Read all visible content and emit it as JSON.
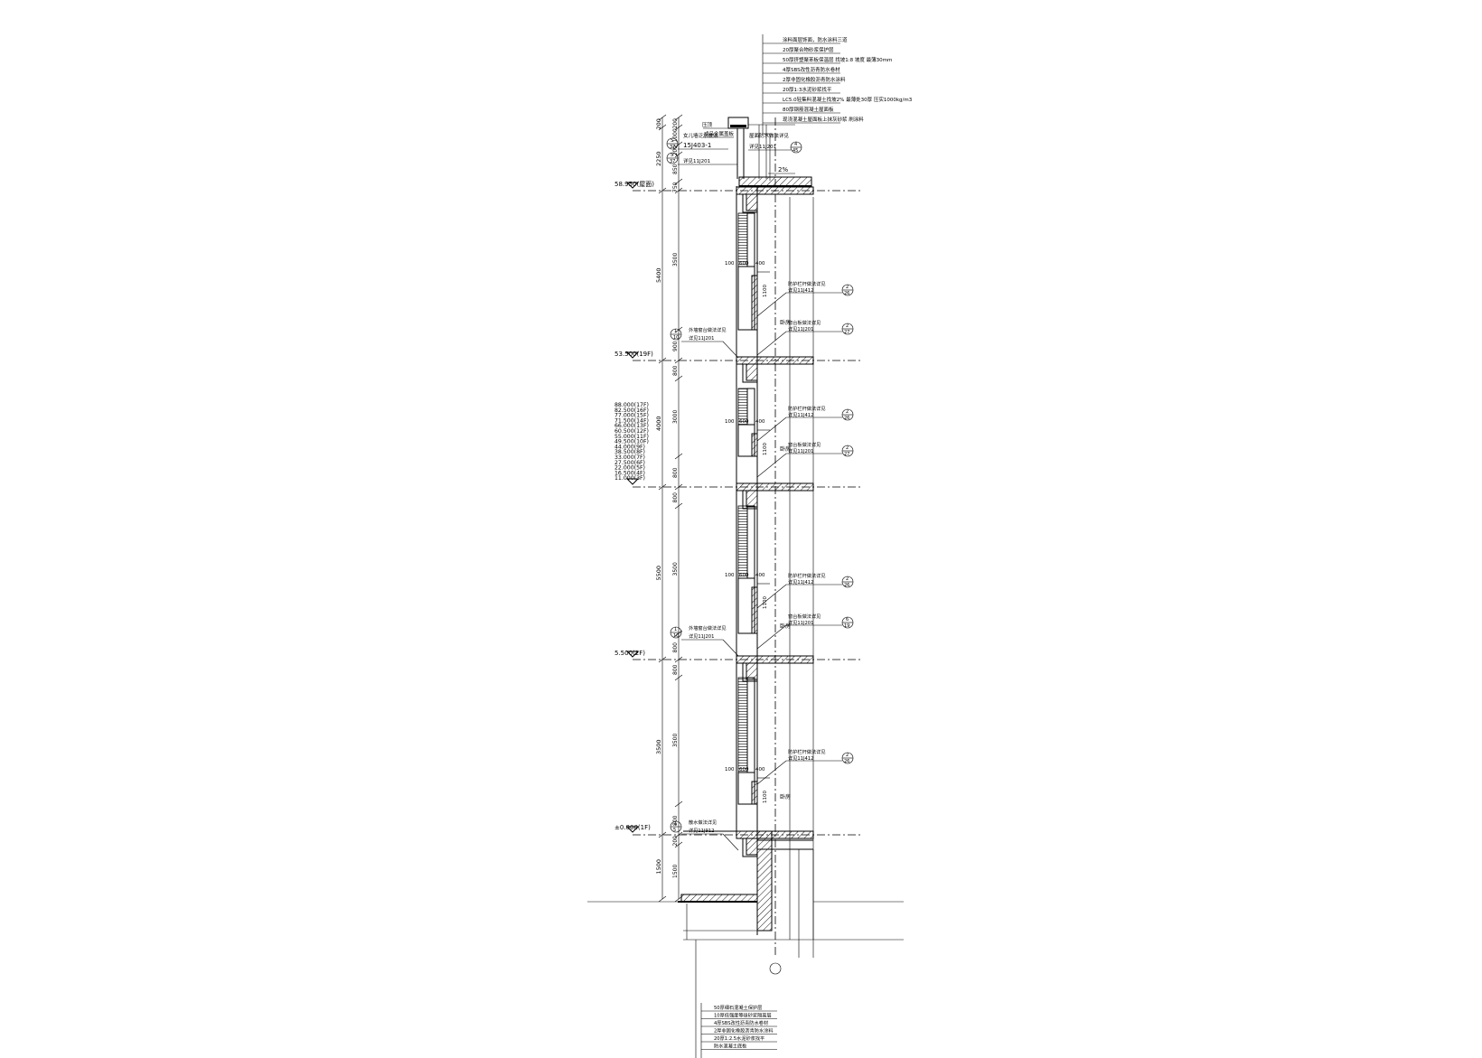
{
  "drawing": {
    "top_notes": [
      "涂料面层饰面，防水涂料三道",
      "20厚聚合物砂浆保护层",
      "50厚挤塑聚苯板保温层 找坡1:8 坡度 最薄30mm",
      "4厚SBS改性沥青防水卷材",
      "2厚非固化橡胶沥青防水涂料",
      "20厚1:3水泥砂浆找平",
      "LC5.0轻集料混凝土找坡2% 最薄处30厚 压实1000kg/m3",
      "80厚钢筋混凝土屋面板",
      "现浇混凝土屋面板上抹灰砂浆 刷涂料"
    ],
    "bottom_notes": [
      "50厚细石混凝土保护层",
      "10厚低强度等级砂浆隔离层",
      "4厚SBS改性沥青防水卷材",
      "2厚非固化橡胶沥青防水涂料",
      "20厚1:2.5水泥砂浆找平",
      "防水混凝土底板"
    ],
    "level_labels": {
      "roof": "58.950(屋面)",
      "l19": "53.500(19F)",
      "l2": "5.500(2F)",
      "l1": "±0.000(1F)",
      "stack": [
        "88.000(17F)",
        "82.500(16F)",
        "77.000(15F)",
        "71.500(14F)",
        "66.000(13F)",
        "60.500(12F)",
        "55.000(11F)",
        "49.500(10F)",
        "44.000(9F)",
        "38.500(8F)",
        "33.000(7F)",
        "27.500(6F)",
        "22.000(5F)",
        "16.500(4F)",
        "11.000(3F)"
      ]
    },
    "outer_dims": [
      "200",
      "2250",
      "5400",
      "4000",
      "5500",
      "3500",
      "1500"
    ],
    "inner_dims": [
      "200",
      "1000",
      "200",
      "850",
      "750",
      "3500",
      "900",
      "800",
      "3000",
      "800",
      "800",
      "3500",
      "800",
      "800",
      "3500",
      "800",
      "200",
      "1500"
    ],
    "slope": "2%",
    "parapet_callout": {
      "top1": "压顶",
      "top2": "成品金属盖板",
      "label": "女儿墙泛水做法",
      "ref": "15J403-1",
      "sub": "详见11J201",
      "bubble_top": "5",
      "bubble_bot": "37",
      "right_label": "屋面防水做法详见",
      "right_sub": "详见11J201",
      "right_bubble_top": "4",
      "right_bubble_bot": "45"
    },
    "wall_callouts": [
      {
        "label": "防护栏杆做法详见",
        "sub": "详见11J412",
        "bt": "2",
        "bb": "26"
      },
      {
        "label": "窗台板做法详见",
        "sub": "详见11J201",
        "bt": "2",
        "bb": "27"
      },
      {
        "label": "防护栏杆做法详见",
        "sub": "详见11J412",
        "bt": "2",
        "bb": "26"
      },
      {
        "label": "窗台板做法详见",
        "sub": "详见11J201",
        "bt": "2",
        "bb": "27"
      },
      {
        "label": "防护栏杆做法详见",
        "sub": "详见11J412",
        "bt": "2",
        "bb": "26"
      },
      {
        "label": "窗台板做法详见",
        "sub": "详见11J201",
        "bt": "6",
        "bb": "19"
      },
      {
        "label": "防护栏杆做法详见",
        "sub": "详见11J412",
        "bt": "2",
        "bb": "26"
      }
    ],
    "left_callouts": [
      {
        "label": "外墙窗台做法详见",
        "sub": "详见11J201",
        "bt": "1",
        "bb": "10"
      },
      {
        "label": "外墙窗台做法详见",
        "sub": "详见11J201",
        "bt": "1",
        "bb": "10"
      },
      {
        "label": "散水做法详见",
        "sub": "详见11J912",
        "bt": "1",
        "bb": "5"
      }
    ],
    "window_dims": [
      "100",
      "600",
      "400"
    ],
    "sill_dim": "1100",
    "room_label": "卧房",
    "grid_axis": ""
  }
}
